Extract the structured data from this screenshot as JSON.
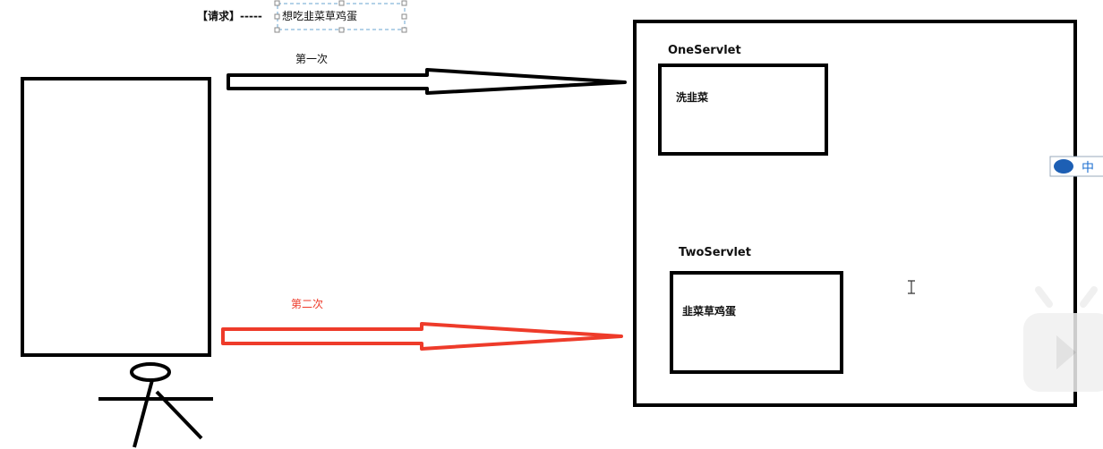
{
  "request": {
    "label": "【请求】-----",
    "text": "想吃韭菜草鸡蛋"
  },
  "arrow1": {
    "label": "第一次",
    "color": "#000000"
  },
  "arrow2": {
    "label": "第二次",
    "color": "#ee3b2a"
  },
  "server": {
    "one": {
      "title": "OneServlet",
      "content": "洗韭菜"
    },
    "two": {
      "title": "TwoServlet",
      "content": "韭菜草鸡蛋"
    }
  },
  "ime": {
    "label": "中"
  }
}
